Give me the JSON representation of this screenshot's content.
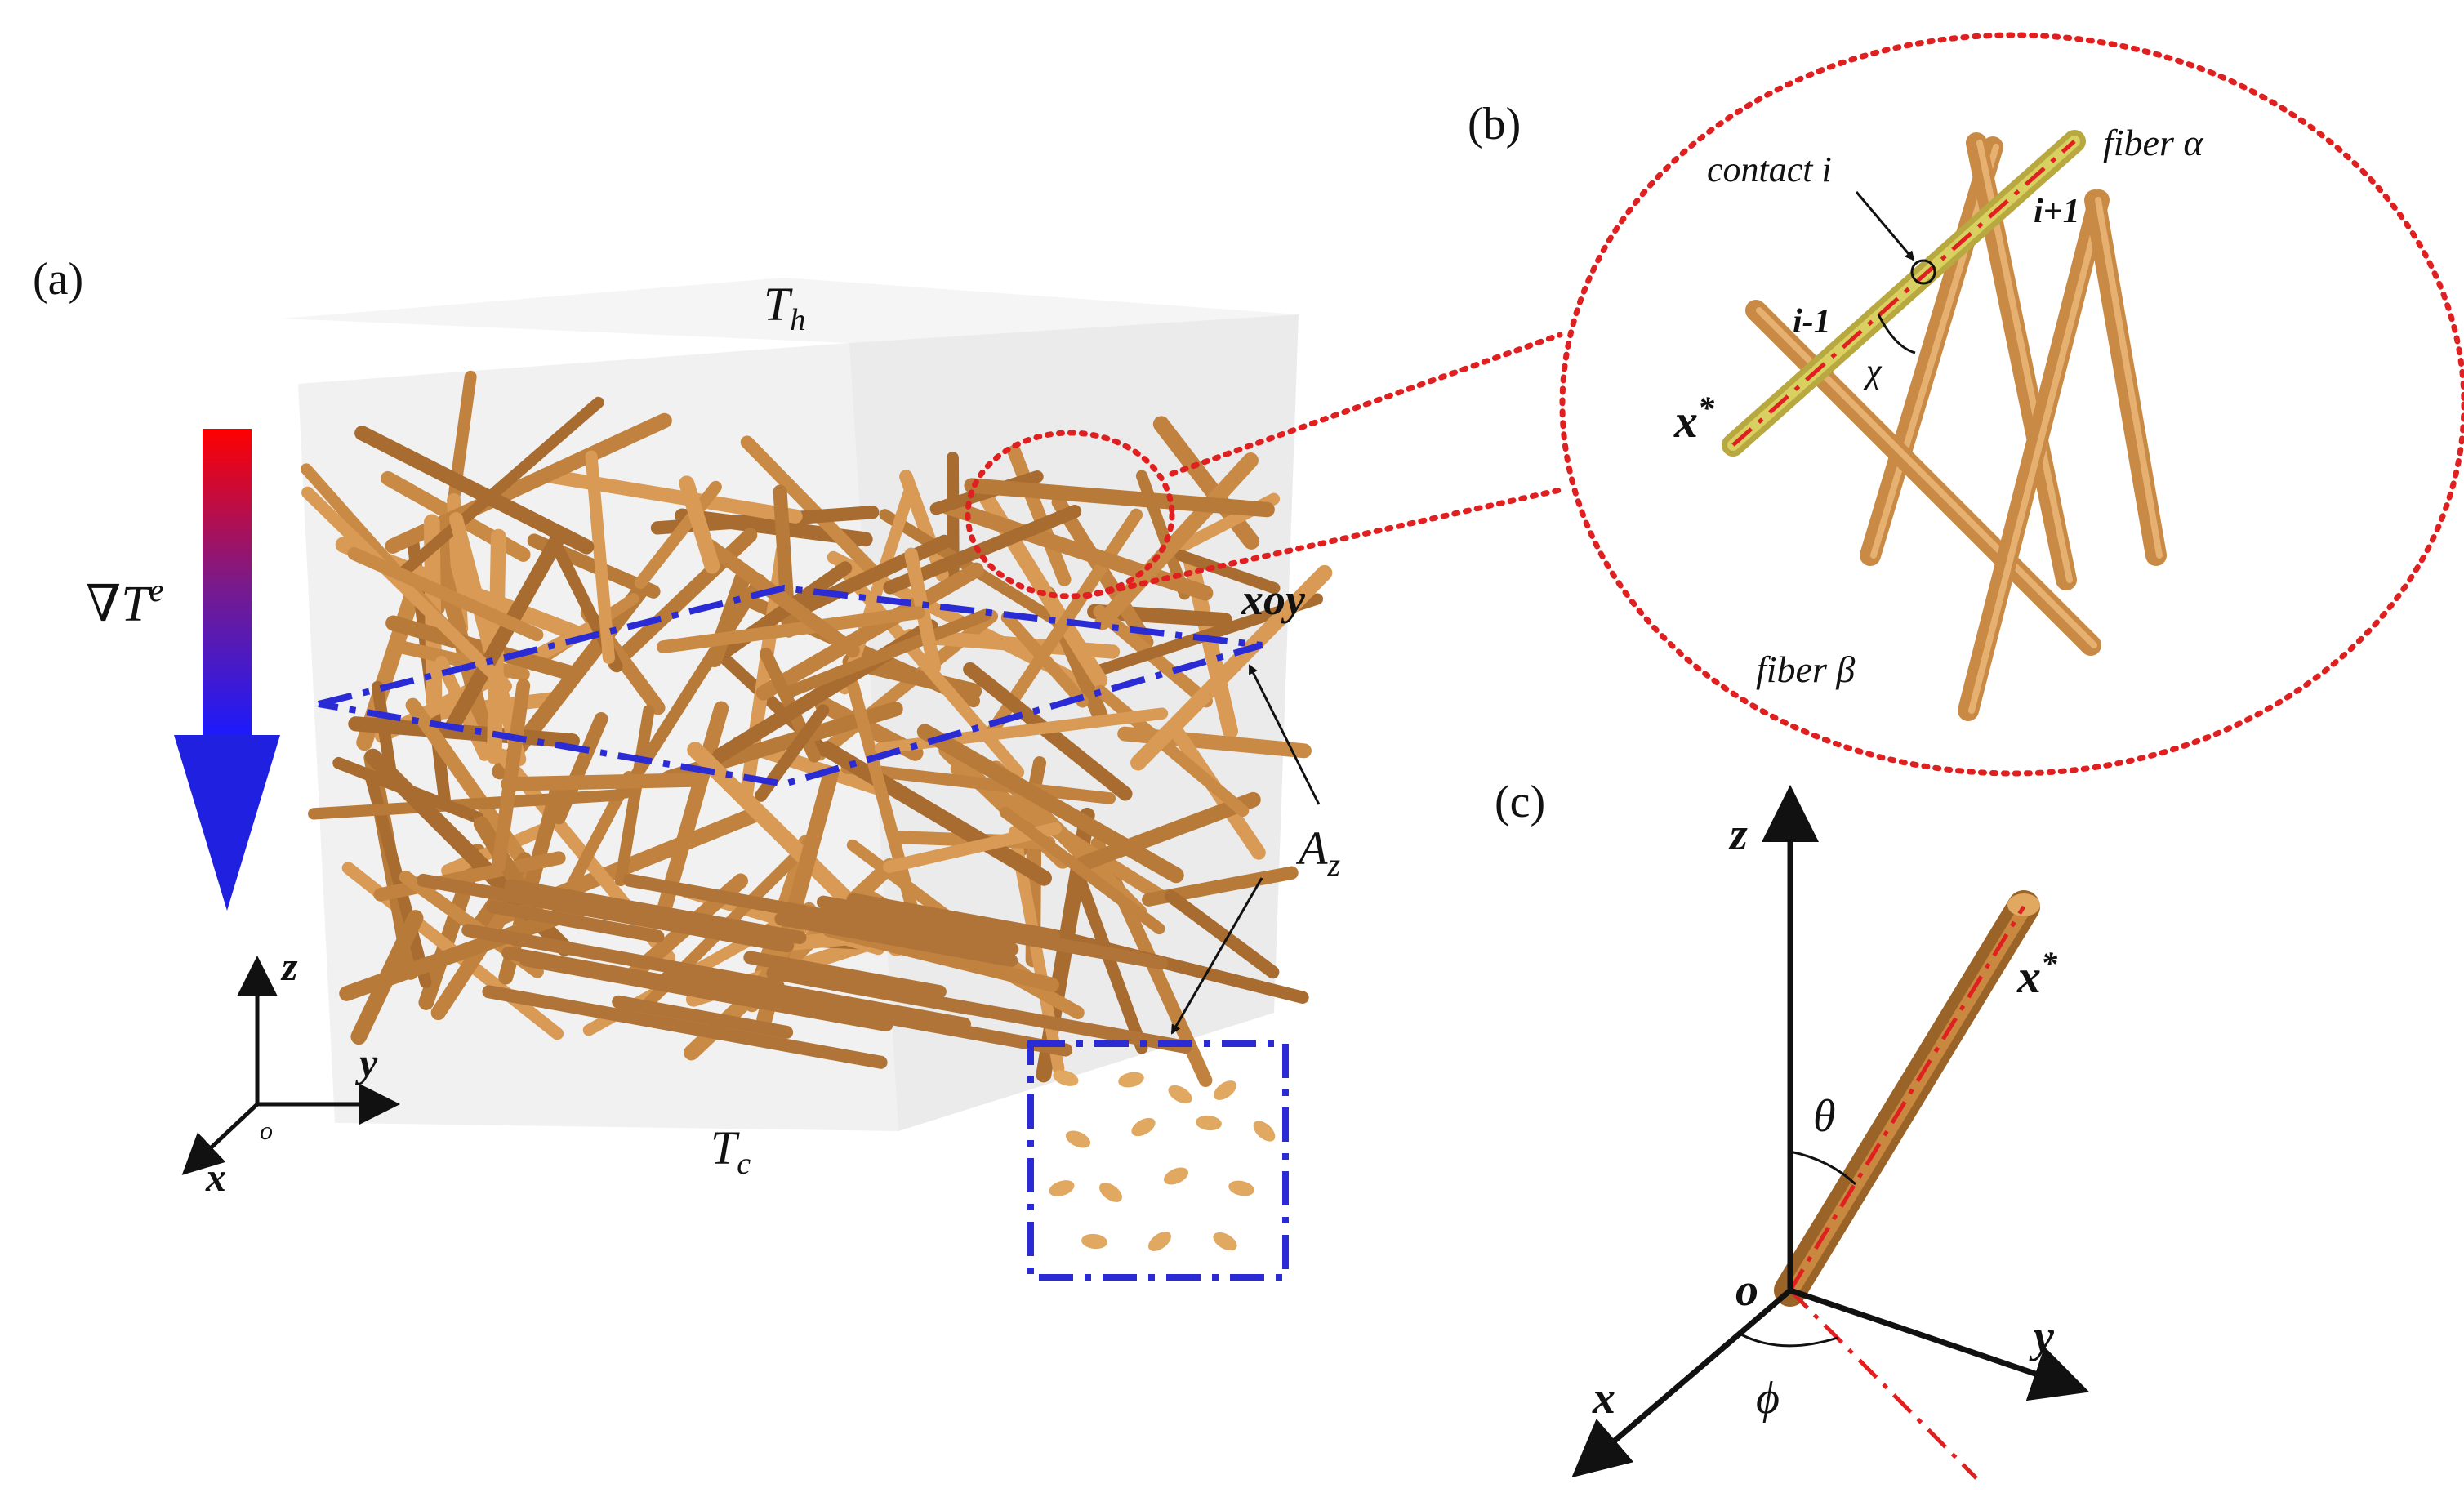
{
  "panels": {
    "a": {
      "label": "(a)",
      "hot_temp": "T",
      "hot_temp_sub": "h",
      "cold_temp": "T",
      "cold_temp_sub": "c",
      "gradient_label": "∇T",
      "gradient_sup": "e",
      "plane_label": "xoy",
      "area_label": "A",
      "area_sub": "z",
      "axes": {
        "z": "z",
        "y": "y",
        "x": "x",
        "origin": "o"
      },
      "colors": {
        "gradient_top": "#ff0000",
        "gradient_bottom": "#1a1aff",
        "fiber": "#c98a45",
        "fiber_dark": "#8a5a2a",
        "plane": "#2b2bd6",
        "zoom_circle": "#e02020"
      }
    },
    "b": {
      "label": "(b)",
      "fiber_alpha": "fiber α",
      "fiber_beta": "fiber β",
      "contact": "contact i",
      "next_contact": "i+1",
      "prev_contact": "i-1",
      "angle": "χ",
      "axis_vector": "x*"
    },
    "c": {
      "label": "(c)",
      "axes": {
        "z": "z",
        "y": "y",
        "x": "x",
        "origin": "o"
      },
      "theta": "θ",
      "phi": "ϕ",
      "axis_vector": "x*"
    }
  }
}
